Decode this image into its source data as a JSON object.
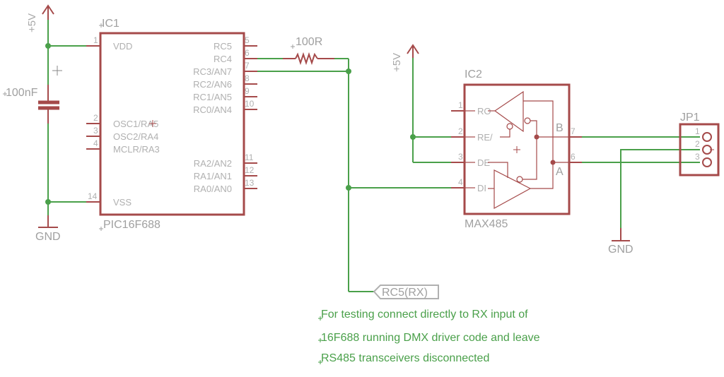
{
  "schematic": {
    "colors": {
      "wire": "#4aa04a",
      "part": "#a54a4a",
      "label": "#a8a8a8",
      "note": "#4aa04a"
    },
    "supplies": [
      {
        "id": "supply-left",
        "label": "+5V"
      },
      {
        "id": "supply-right",
        "label": "+5V"
      }
    ],
    "grounds": [
      {
        "id": "gnd-left",
        "label": "GND"
      },
      {
        "id": "gnd-right",
        "label": "GND"
      }
    ],
    "capacitor": {
      "label": "100nF"
    },
    "resistor": {
      "label": "100R"
    },
    "ic1": {
      "name": "IC1",
      "value": "PIC16F688",
      "left_pins": [
        {
          "num": "1",
          "name": "VDD"
        },
        {
          "num": "2",
          "name": "OSC1/RA5"
        },
        {
          "num": "3",
          "name": "OSC2/RA4"
        },
        {
          "num": "4",
          "name": "MCLR/RA3"
        },
        {
          "num": "14",
          "name": "VSS"
        }
      ],
      "right_pins": [
        {
          "num": "5",
          "name": "RC5"
        },
        {
          "num": "6",
          "name": "RC4"
        },
        {
          "num": "7",
          "name": "RC3/AN7"
        },
        {
          "num": "8",
          "name": "RC2/AN6"
        },
        {
          "num": "9",
          "name": "RC1/AN5"
        },
        {
          "num": "10",
          "name": "RC0/AN4"
        },
        {
          "num": "11",
          "name": "RA2/AN2"
        },
        {
          "num": "12",
          "name": "RA1/AN1"
        },
        {
          "num": "13",
          "name": "RA0/AN0"
        }
      ]
    },
    "ic2": {
      "name": "IC2",
      "value": "MAX485",
      "left_pins": [
        {
          "num": "1",
          "name": "RO"
        },
        {
          "num": "2",
          "name": "RE/"
        },
        {
          "num": "3",
          "name": "DE"
        },
        {
          "num": "4",
          "name": "DI"
        }
      ],
      "right_pins": [
        {
          "num": "7",
          "name": "B"
        },
        {
          "num": "6",
          "name": "A"
        }
      ]
    },
    "jp1": {
      "name": "JP1",
      "pins": [
        "1",
        "2",
        "3"
      ]
    },
    "net_label": "RC5(RX)",
    "notes": [
      "For testing connect directly to RX input of",
      "16F688 running DMX driver code and leave",
      "RS485 transceivers disconnected"
    ]
  }
}
